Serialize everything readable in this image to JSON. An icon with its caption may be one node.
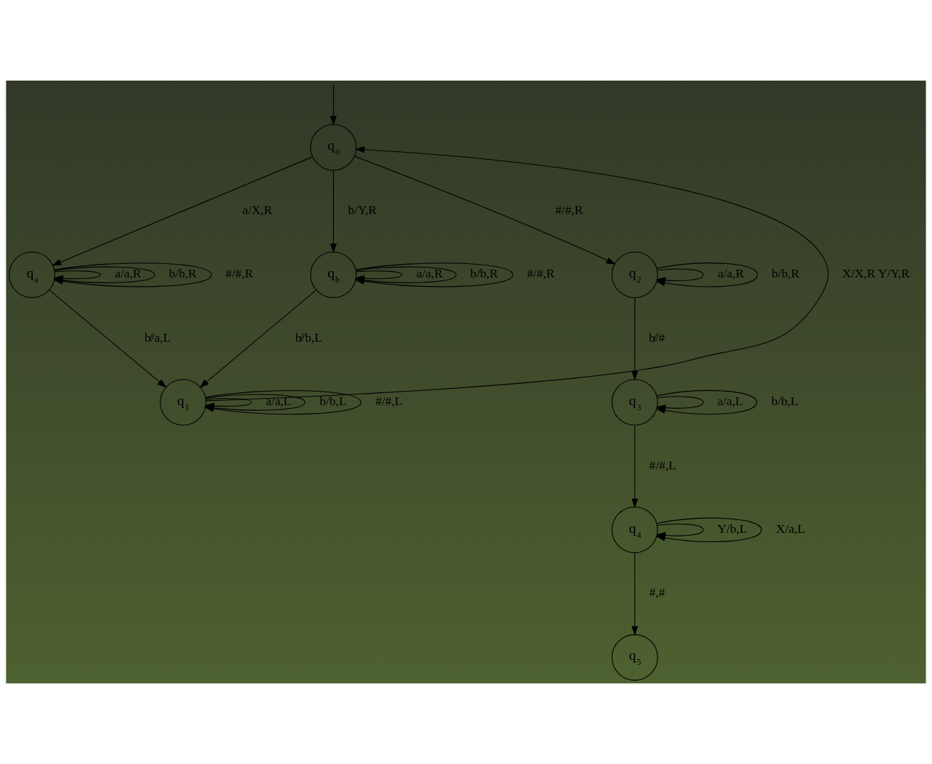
{
  "diagram": {
    "nodes": [
      {
        "text": [
          "q$_{0}$"
        ]
      },
      {
        "text": [
          "q$_{a}$"
        ]
      },
      {
        "text": [
          "q$_{b}$"
        ]
      },
      {
        "text": [
          "q$_{1}$"
        ]
      },
      {
        "text": [
          "q$_{2}$"
        ]
      },
      {
        "text": [
          "q$_{3}$"
        ]
      },
      {
        "text": [
          "q$_{4}$"
        ]
      },
      {
        "text": [
          "q$_{5}$"
        ]
      }
    ],
    "edges": [
      {
        "from": null,
        "to": 0,
        "arrow": "to"
      },
      {
        "from": 0,
        "to": 1,
        "arrow": "to",
        "label": "a/X,R"
      },
      {
        "from": 1,
        "to": 1,
        "arrow": "to",
        "label": "a/a,R"
      },
      {
        "from": 1,
        "to": 1,
        "arrow": "to",
        "label": "b/b,R"
      },
      {
        "from": 1,
        "to": 1,
        "arrow": "to",
        "label": "#/#,R"
      },
      {
        "from": 0,
        "to": 2,
        "arrow": "to",
        "label": "b/Y,R"
      },
      {
        "from": 1,
        "to": 3,
        "arrow": "to",
        "label": "b̸/a,L"
      },
      {
        "from": 2,
        "to": 2,
        "arrow": "to",
        "label": "a/a,R"
      },
      {
        "from": 2,
        "to": 2,
        "arrow": "to",
        "label": "b/b,R"
      },
      {
        "from": 2,
        "to": 2,
        "arrow": "to",
        "label": "#/#,R"
      },
      {
        "from": 2,
        "to": 3,
        "arrow": "to",
        "label": "b̸/b,L"
      },
      {
        "from": 3,
        "to": 3,
        "arrow": "to",
        "label": "a/a,L"
      },
      {
        "from": 3,
        "to": 3,
        "arrow": "to",
        "label": "b/b,L"
      },
      {
        "from": 3,
        "to": 3,
        "arrow": "to",
        "label": "#/#,L"
      },
      {
        "from": 3,
        "to": 0,
        "arrow": "to",
        "label": "X/X,R Y/Y,R"
      },
      {
        "from": 0,
        "to": 4,
        "arrow": "to",
        "label": "#/#,R"
      },
      {
        "from": 4,
        "to": 4,
        "arrow": "to",
        "label": "a/a,R"
      },
      {
        "from": 4,
        "to": 4,
        "arrow": "to",
        "label": "b/b,R"
      },
      {
        "from": 4,
        "to": 5,
        "arrow": "to",
        "label": "b̸/#"
      },
      {
        "from": 5,
        "to": 5,
        "arrow": "to",
        "label": "a/a,L"
      },
      {
        "from": 5,
        "to": 5,
        "arrow": "to",
        "label": "b/b,L"
      },
      {
        "from": 5,
        "to": 6,
        "arrow": "to",
        "label": "#/#,L"
      },
      {
        "from": 6,
        "to": 6,
        "arrow": "to",
        "label": "Y/b,L"
      },
      {
        "from": 6,
        "to": 6,
        "arrow": "to",
        "label": "X/a,L"
      },
      {
        "from": 6,
        "to": 7,
        "arrow": "to",
        "label": "#,#"
      }
    ]
  }
}
